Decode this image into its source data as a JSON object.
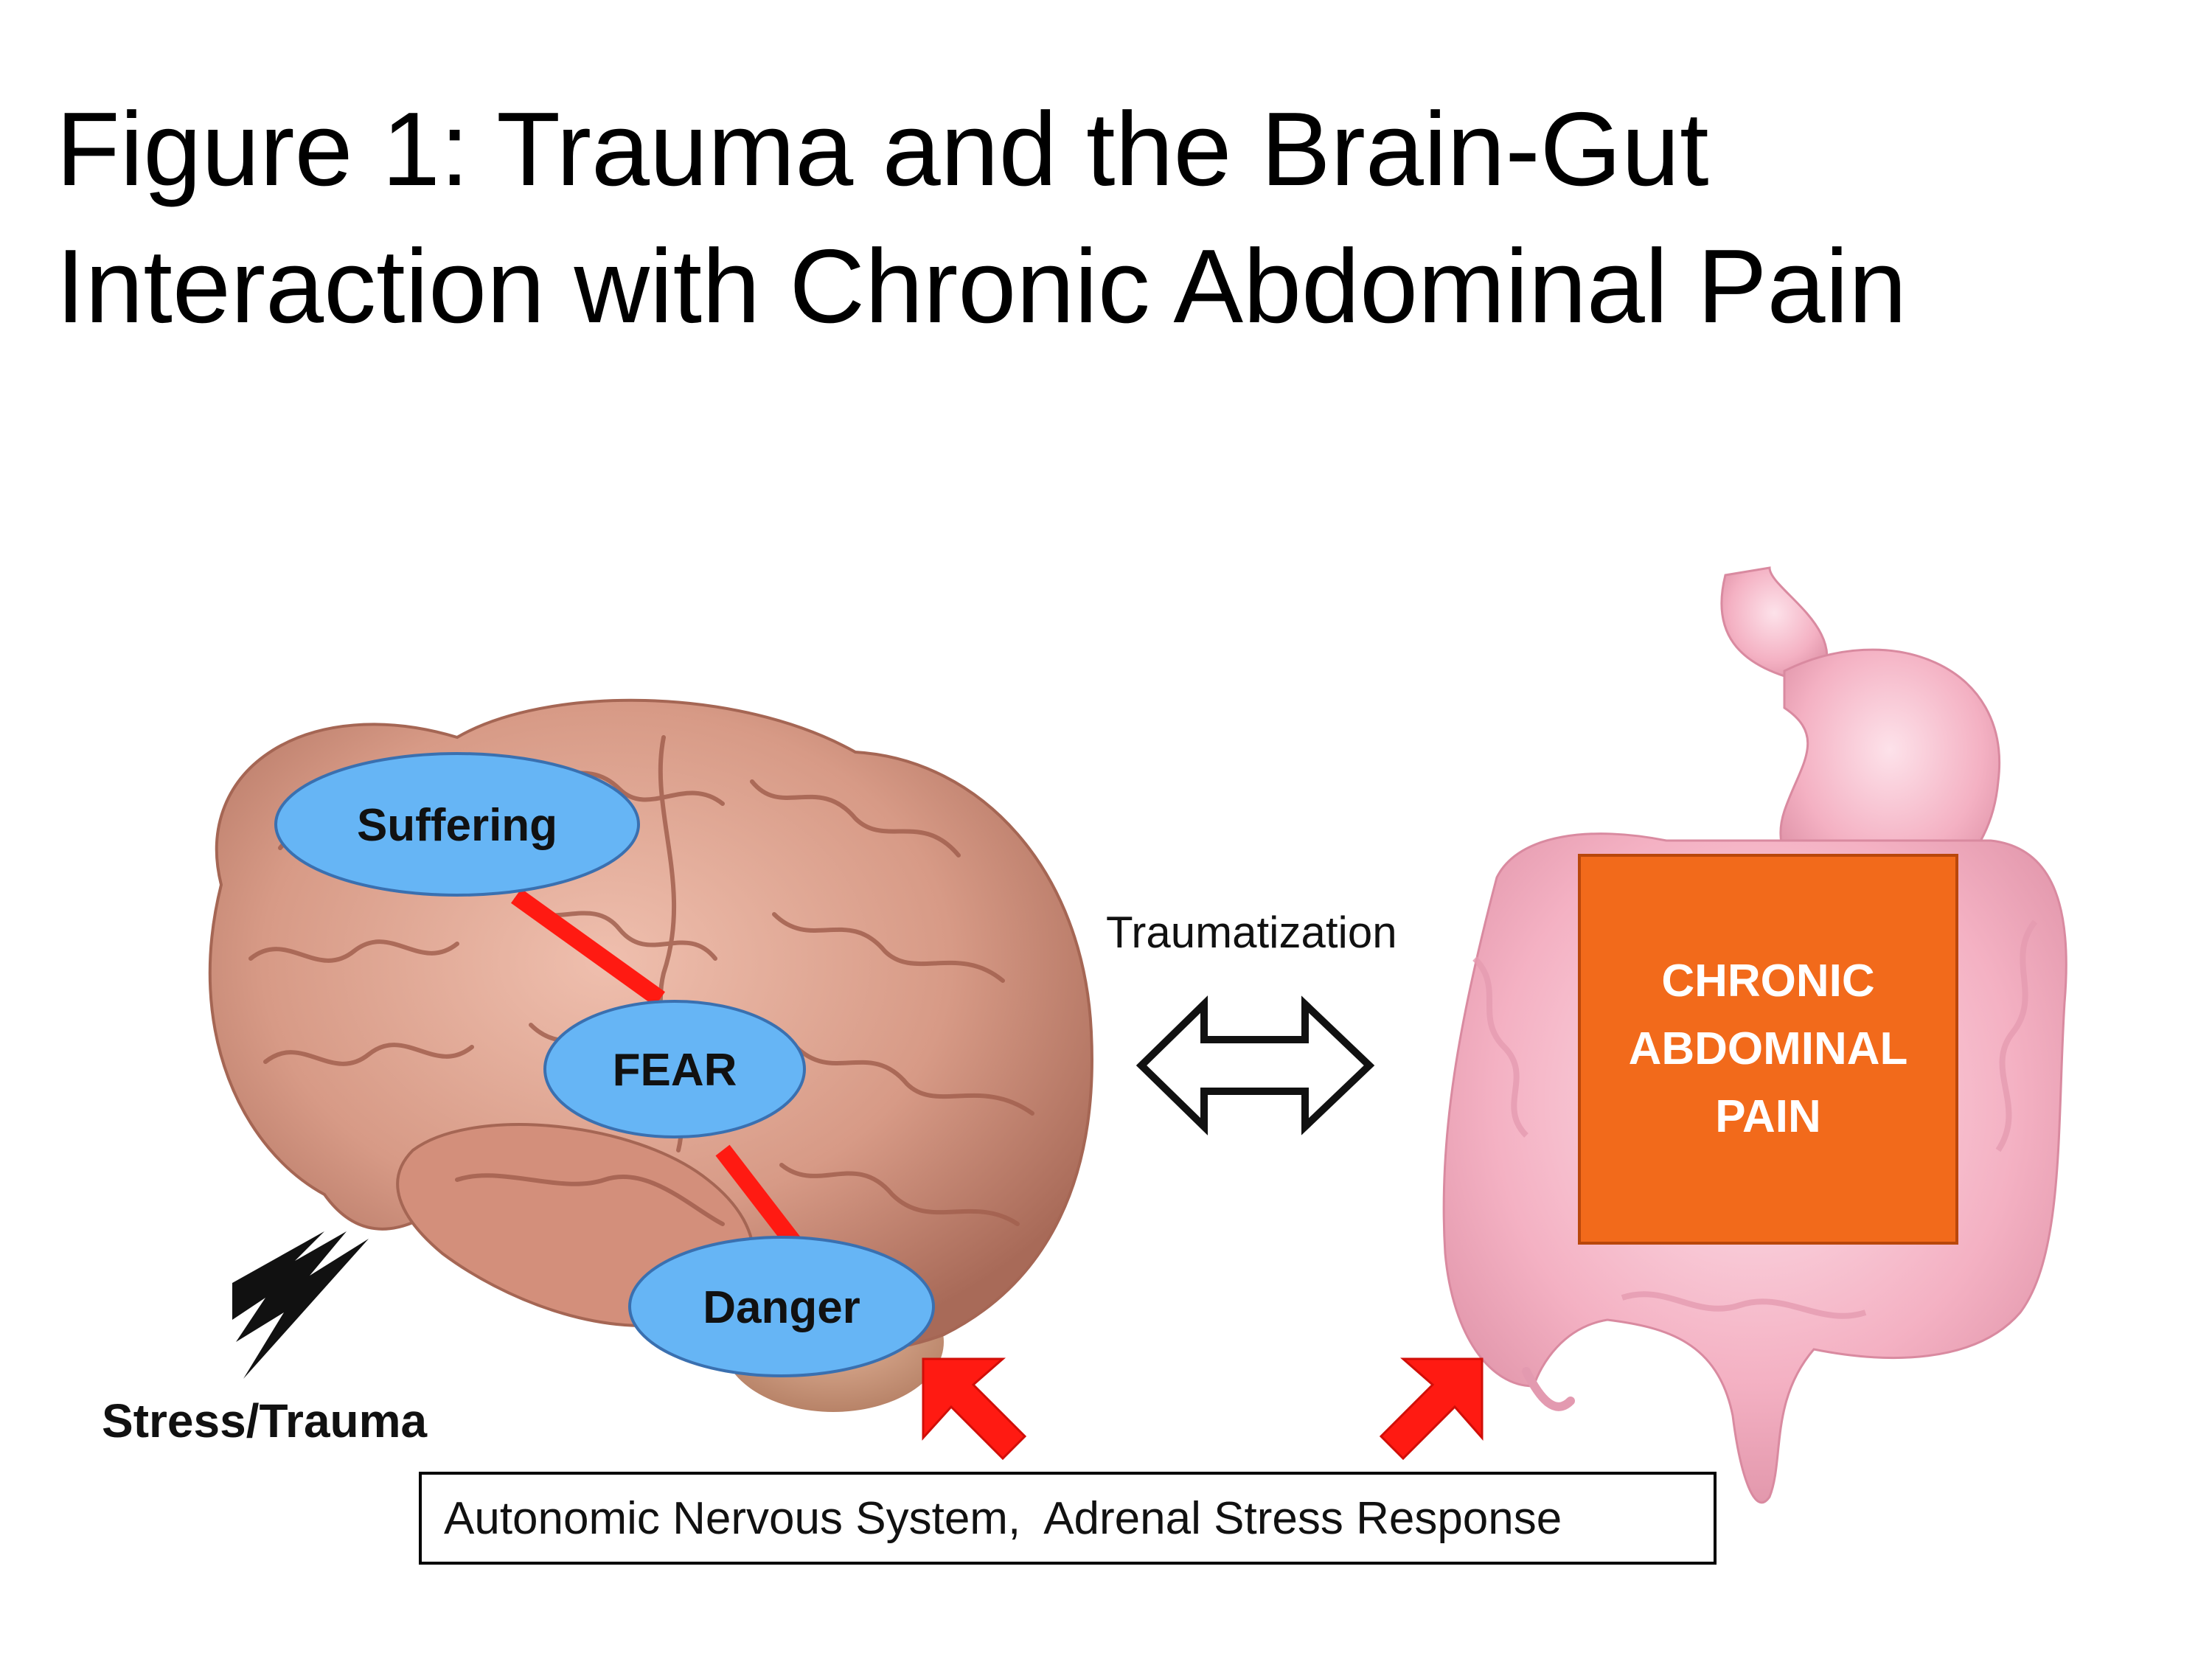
{
  "title": {
    "line1": "Figure 1: Trauma and the Brain-Gut",
    "line2": "Interaction with Chronic Abdominal Pain"
  },
  "brain": {
    "nodes": {
      "suffering": "Suffering",
      "fear": "FEAR",
      "danger": "Danger"
    }
  },
  "traumatization_label": "Traumatization",
  "pain_box": {
    "lines": [
      "CHRONIC",
      "ABDOMINAL",
      "PAIN"
    ]
  },
  "stress_label": "Stress/Trauma",
  "response_box_label": "Autonomic Nervous System,  Adrenal Stress Response",
  "colors": {
    "node_fill": "#66b5f5",
    "node_stroke": "#3a70b0",
    "connector": "#ff1a12",
    "pain_box": "#f26a1b",
    "brain": "#d99a88",
    "gut": "#f4b3c4"
  },
  "icons": [
    "brain-illustration",
    "gut-illustration",
    "double-arrow-icon",
    "lightning-icon",
    "red-arrow-icon"
  ]
}
